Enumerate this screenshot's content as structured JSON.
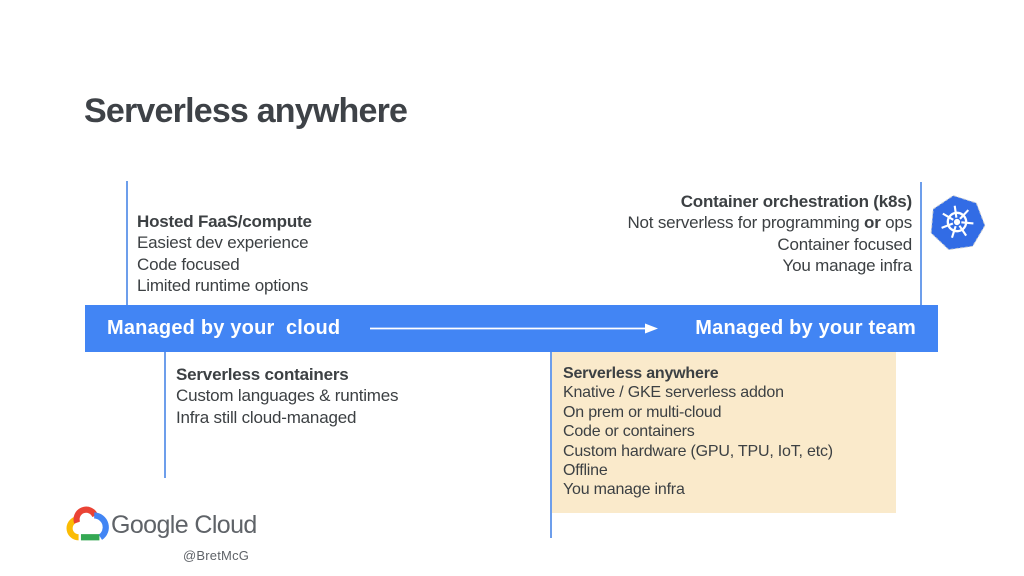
{
  "slide": {
    "title": "Serverless anywhere",
    "axis": {
      "left_label": "Managed by your  cloud",
      "right_label": "Managed by your team"
    },
    "quadrants": {
      "top_left": {
        "heading": "Hosted FaaS/compute",
        "lines": [
          "Easiest dev experience",
          "Code focused",
          "Limited runtime options"
        ]
      },
      "top_right": {
        "heading": "Container orchestration (k8s)",
        "or_line": {
          "before": "Not serverless for programming ",
          "bold_word": "or",
          "after": " ops"
        },
        "lines": [
          "Container focused",
          "You manage infra"
        ]
      },
      "bottom_left": {
        "heading": "Serverless containers",
        "lines": [
          "Custom languages & runtimes",
          "Infra still cloud-managed"
        ]
      },
      "bottom_right": {
        "heading": "Serverless anywhere",
        "lines": [
          "Knative / GKE serverless addon",
          "On prem or multi-cloud",
          "Code or containers",
          "Custom hardware (GPU, TPU, IoT, etc)",
          "Offline",
          "You manage infra"
        ]
      }
    },
    "icons": {
      "kubernetes": "kubernetes-helm-wheel",
      "google_cloud": "google-cloud-logo",
      "arrow": "right-arrow"
    },
    "footer": {
      "wordmark": "Google Cloud",
      "handle": "@BretMcG"
    },
    "colors": {
      "bar_blue": "#4285F4",
      "connector_blue": "#6D9EEB",
      "note_yellow": "#FAEACB",
      "kubernetes_blue": "#326CE5",
      "text_dark": "#3C4043",
      "text_gray": "#5F6368",
      "google_red": "#EA4335",
      "google_yellow": "#FBBC04",
      "google_green": "#34A853"
    }
  }
}
